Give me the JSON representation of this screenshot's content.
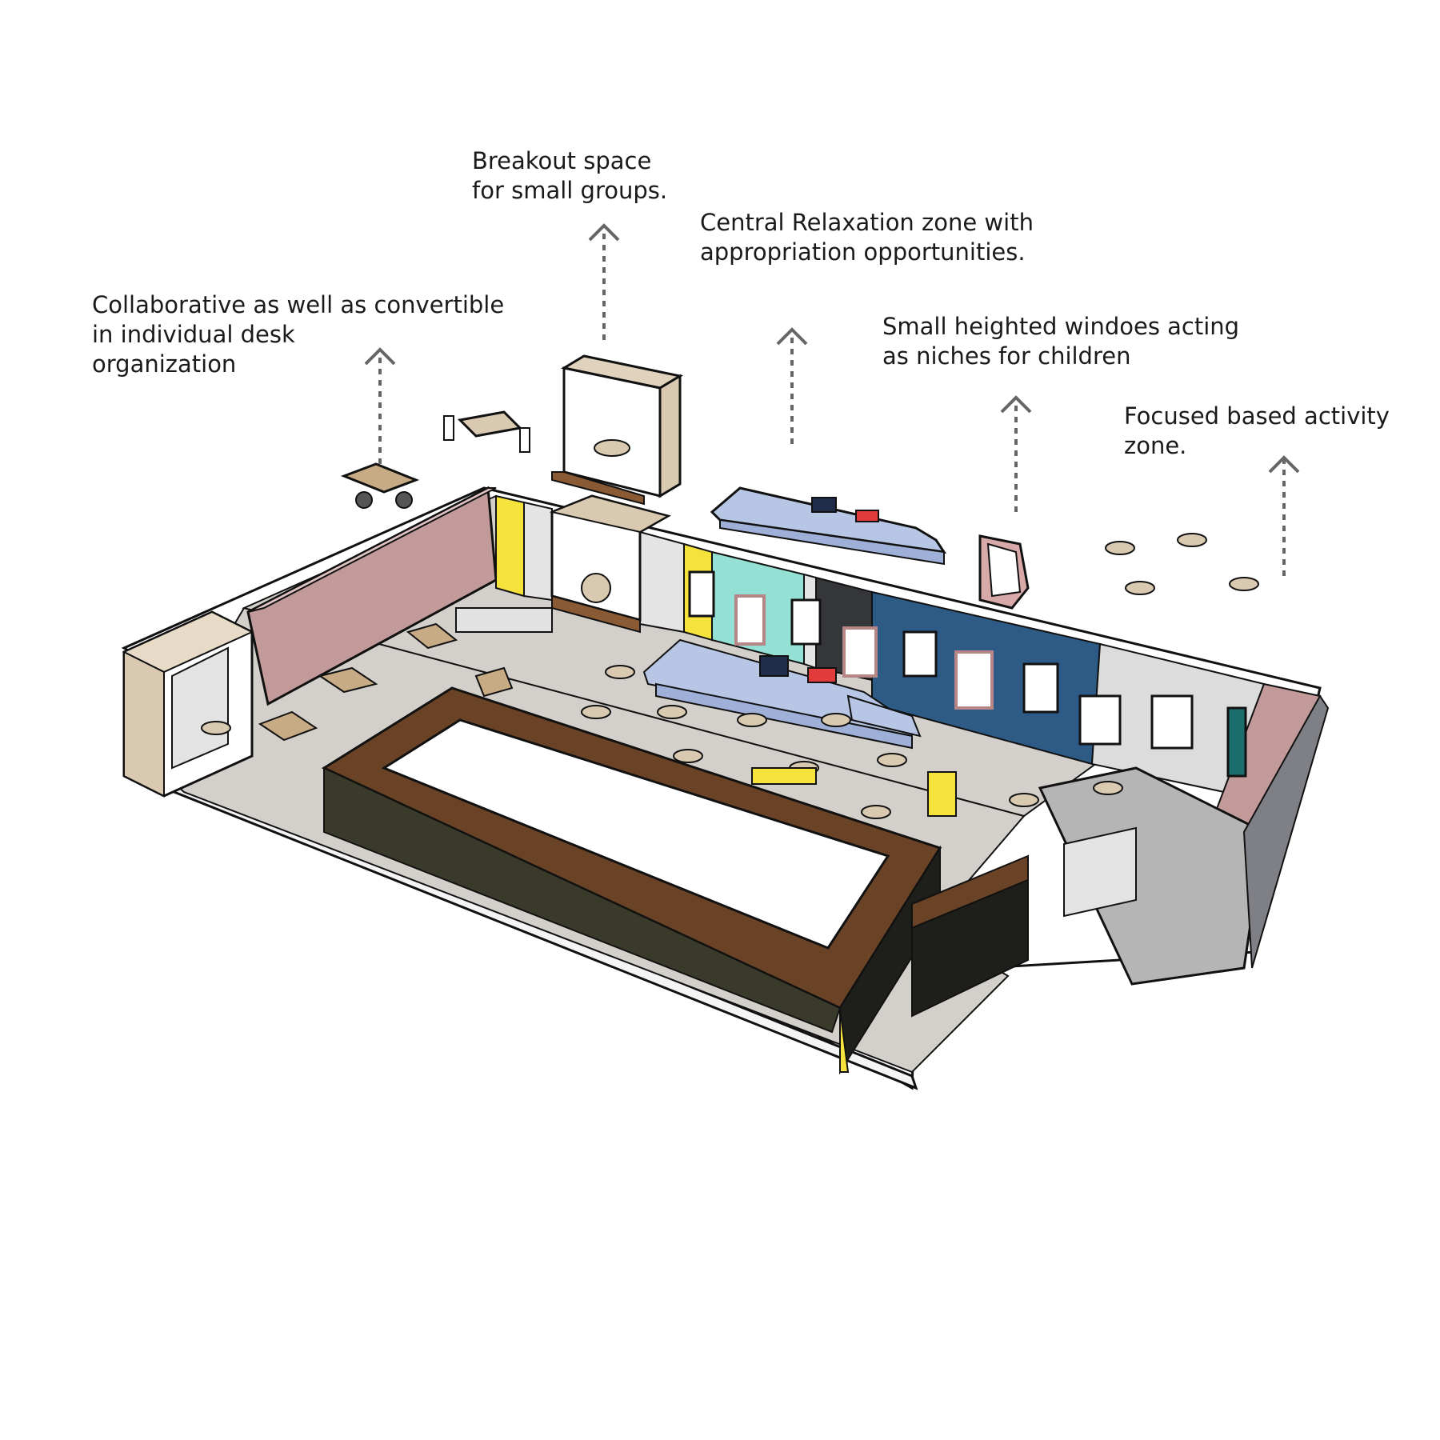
{
  "annotations": [
    {
      "id": "collaborative",
      "lines": [
        "Collaborative as well as convertible",
        "in individual desk",
        "organization"
      ]
    },
    {
      "id": "breakout",
      "lines": [
        "Breakout space",
        "for small groups."
      ]
    },
    {
      "id": "relaxation",
      "lines": [
        "Central Relaxation zone with",
        "appropriation opportunities."
      ]
    },
    {
      "id": "windows",
      "lines": [
        "Small heighted windoes acting",
        "as niches for children"
      ]
    },
    {
      "id": "focused",
      "lines": [
        "Focused based activity",
        "zone."
      ]
    }
  ],
  "colors": {
    "pink_wall": "#c29a9a",
    "beige": "#d9c9b0",
    "yellow": "#f5e23a",
    "mint": "#95e0d4",
    "dark_grey": "#35363a",
    "navy": "#2e5a86",
    "light_wall": "#dcdcdc",
    "floor": "#d3cfca",
    "platform": "#b8c6e6",
    "wood": "#6a4326",
    "red_cushion": "#e23b3b"
  }
}
